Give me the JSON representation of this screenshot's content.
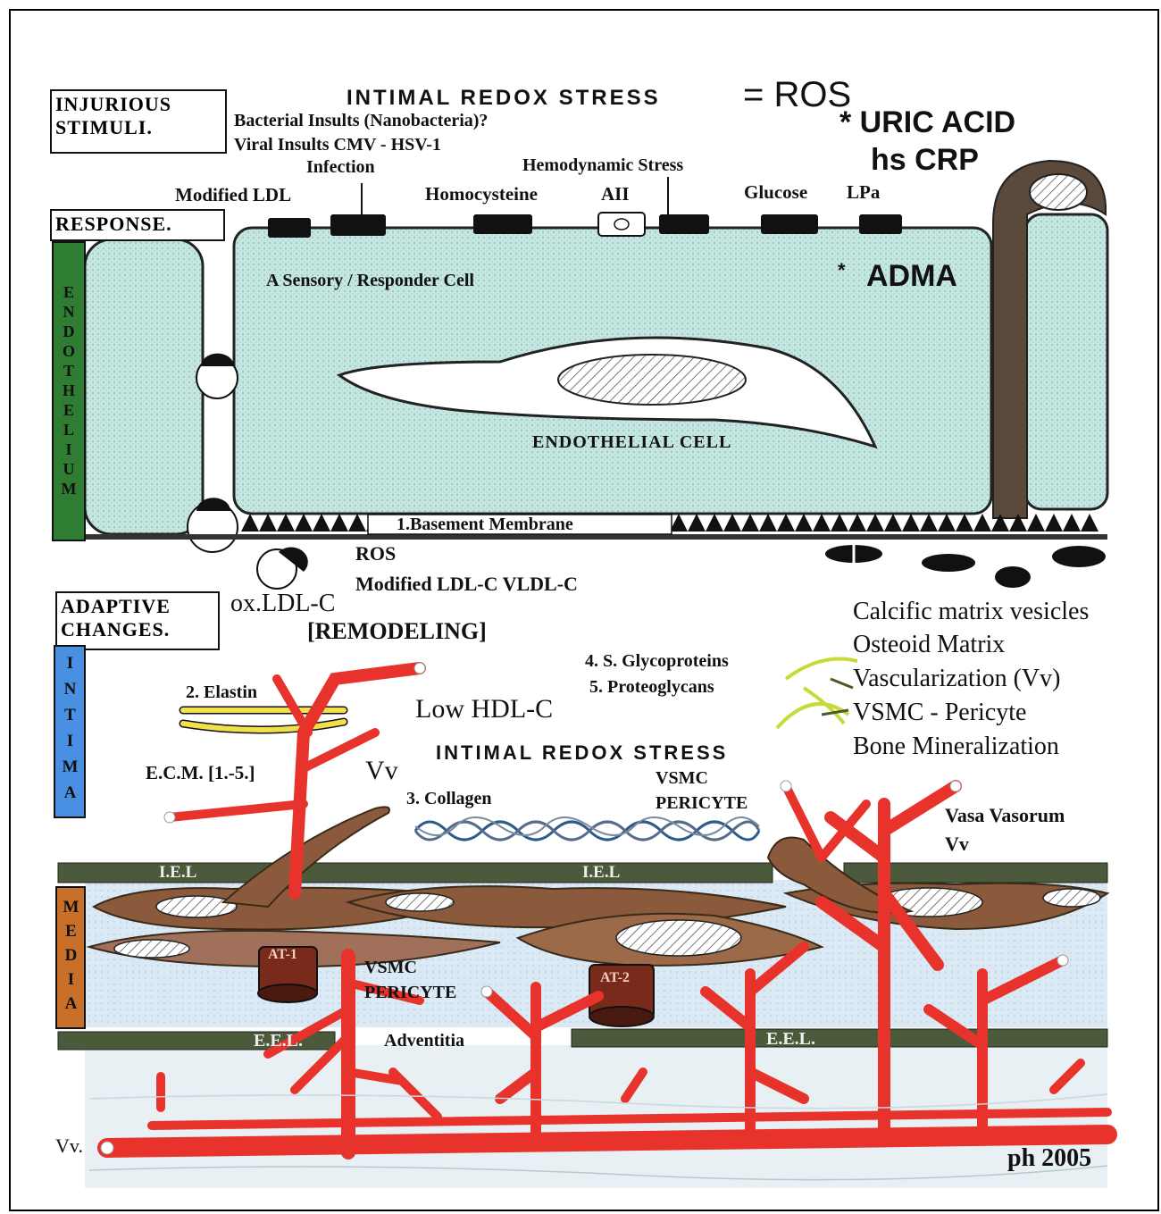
{
  "labels": {
    "injurious": "INJURIOUS\nSTIMULI.",
    "response": "RESPONSE.",
    "adaptive": "ADAPTIVE\nCHANGES.",
    "endothelium": "ENDOTHELIUM",
    "intima": "INTIMA",
    "media": "MEDIA",
    "intimal_redox_top": "INTIMAL REDOX STRESS",
    "eq_ros": "= ROS",
    "uric_acid": "* URIC ACID",
    "hs_crp": "hs CRP",
    "bacterial": "Bacterial Insults (Nanobacteria)?",
    "viral": "Viral Insults  CMV - HSV-1",
    "infection": "Infection",
    "hemodynamic": "Hemodynamic Stress",
    "modified_ldl": "Modified LDL",
    "homocysteine": "Homocysteine",
    "aii": "AII",
    "glucose": "Glucose",
    "lpa": "LPa",
    "adma_star": "*",
    "adma": "ADMA",
    "sensory": "A Sensory / Responder Cell",
    "endothelial_cell": "ENDOTHELIAL CELL",
    "basement": "1.Basement Membrane",
    "ros": "ROS",
    "modified_ldl_c": "Modified LDL-C VLDL-C",
    "ox_ldl": "ox.LDL-C",
    "remodeling": "[REMODELING]",
    "calcific": "Calcific matrix vesicles",
    "osteoid": "Osteoid Matrix",
    "vascularization": "Vascularization (Vv)",
    "vsmc_pericyte_r": "VSMC - Pericyte",
    "bone": "Bone Mineralization",
    "glycoproteins": "4.  S. Glycoproteins",
    "proteoglycans": "5.  Proteoglycans",
    "elastin": "2. Elastin",
    "low_hdl": "Low HDL-C",
    "intimal_redox_mid": "INTIMAL REDOX STRESS",
    "ecm": "E.C.M. [1.-5.]",
    "vv": "Vv",
    "collagen": "3.  Collagen",
    "vsmc_pericyte_top": "VSMC\nPERICYTE",
    "vasa_vasorum": "Vasa Vasorum\nVv",
    "iel_left": "I.E.L",
    "iel_right": "I.E.L",
    "at1": "AT-1",
    "at2": "AT-2",
    "vsmc_pericyte_bottom": "VSMC\nPERICYTE",
    "eel_left": "E.E.L.",
    "adventitia": "Adventitia",
    "eel_right": "E.E.L.",
    "vv_bottom": "Vv.",
    "signature": "ph 2005"
  },
  "colors": {
    "endothelium_bar": "#2e7d32",
    "intima_bar": "#4a90e2",
    "media_bar": "#c8702a",
    "cytoplasm": "#bfe3e0",
    "vessel_red": "#e8332c",
    "smooth_muscle": "#8b5a3c",
    "elastic_lamina": "#4a5a3a"
  }
}
